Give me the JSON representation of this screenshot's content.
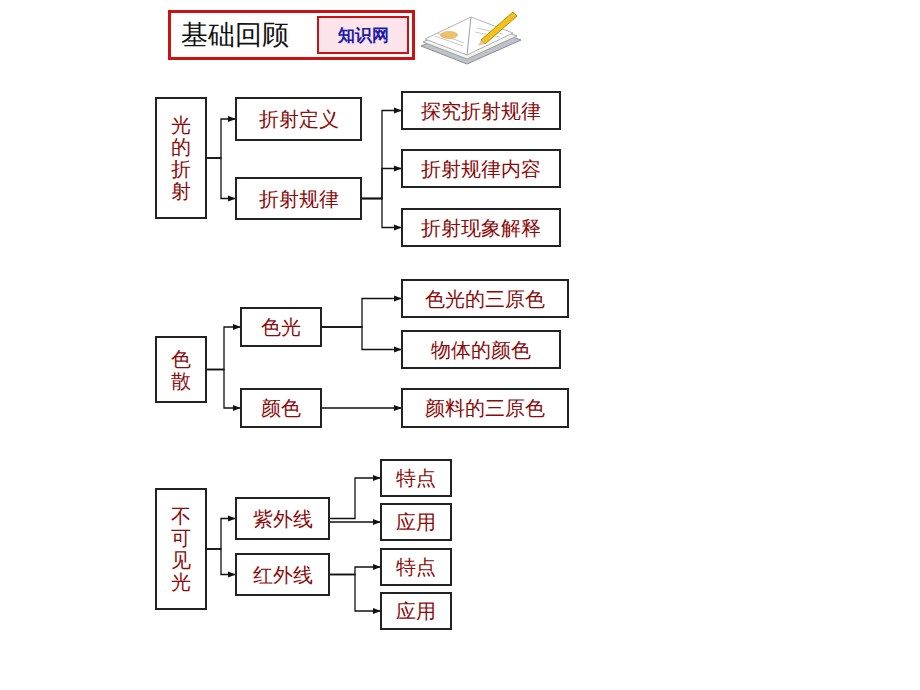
{
  "diagram": {
    "nodes": [
      {
        "text": [
          "基础回顾"
        ]
      },
      {
        "text": [
          "知识网"
        ],
        "in": 0
      },
      {
        "text": [
          "光的折射"
        ]
      },
      {
        "text": [
          "折射定义"
        ]
      },
      {
        "text": [
          "折射规律"
        ]
      },
      {
        "text": [
          "探究折射规律"
        ]
      },
      {
        "text": [
          "折射规律内容"
        ]
      },
      {
        "text": [
          "折射现象解释"
        ]
      },
      {
        "text": [
          "色散"
        ]
      },
      {
        "text": [
          "色光"
        ]
      },
      {
        "text": [
          "颜色"
        ]
      },
      {
        "text": [
          "色光的三原色"
        ]
      },
      {
        "text": [
          "物体的颜色"
        ]
      },
      {
        "text": [
          "颜料的三原色"
        ]
      },
      {
        "text": [
          "不可见光"
        ]
      },
      {
        "text": [
          "紫外线"
        ]
      },
      {
        "text": [
          "红外线"
        ]
      },
      {
        "text": [
          "特点"
        ]
      },
      {
        "text": [
          "应用"
        ]
      },
      {
        "text": [
          "特点"
        ]
      },
      {
        "text": [
          "应用"
        ]
      }
    ],
    "edges": [
      {
        "from": 2,
        "to": 3,
        "arrow": "to"
      },
      {
        "from": 2,
        "to": 4,
        "arrow": "to"
      },
      {
        "from": 4,
        "to": 5,
        "arrow": "to"
      },
      {
        "from": 4,
        "to": 6,
        "arrow": "to"
      },
      {
        "from": 4,
        "to": 7,
        "arrow": "to"
      },
      {
        "from": 8,
        "to": 9,
        "arrow": "to"
      },
      {
        "from": 8,
        "to": 10,
        "arrow": "to"
      },
      {
        "from": 9,
        "to": 11,
        "arrow": "to"
      },
      {
        "from": 9,
        "to": 12,
        "arrow": "to"
      },
      {
        "from": 10,
        "to": 13,
        "arrow": "to"
      },
      {
        "from": 14,
        "to": 15,
        "arrow": "to"
      },
      {
        "from": 14,
        "to": 16,
        "arrow": "to"
      },
      {
        "from": 15,
        "to": 17,
        "arrow": "to"
      },
      {
        "from": 15,
        "to": 18,
        "arrow": "to"
      },
      {
        "from": 16,
        "to": 19,
        "arrow": "to"
      },
      {
        "from": 16,
        "to": 20,
        "arrow": "to"
      }
    ]
  }
}
